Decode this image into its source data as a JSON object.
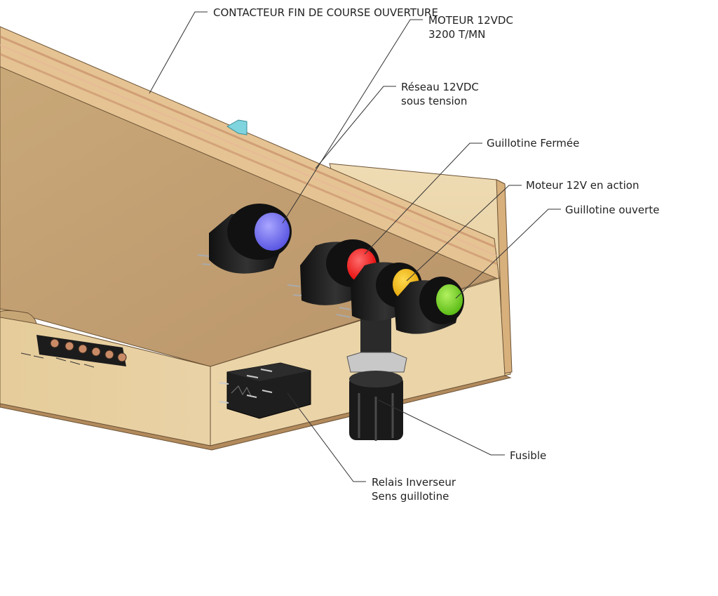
{
  "labels": {
    "limit_switch": "CONTACTEUR FIN DE COURSE OUVERTURE",
    "motor_line1": "MOTEUR 12VDC",
    "motor_line2": "3200 T/MN",
    "network_line1": "Réseau 12VDC",
    "network_line2": "sous tension",
    "closed": "Guillotine Fermée",
    "motor_action": "Moteur 12V en action",
    "open": "Guillotine ouverte",
    "fuse": "Fusible",
    "relay_line1": "Relais Inverseur",
    "relay_line2": "Sens guillotine"
  },
  "lamp_colors": {
    "blue": "#6f6cf0",
    "red": "#ff1a1a",
    "yellow": "#f5b800",
    "green": "#6ed21c"
  },
  "colors": {
    "wood_light": "#e8cfa2",
    "wood_mid": "#d8b884",
    "wood_dark": "#c49a64",
    "plywood_edge": "#d9a978"
  }
}
